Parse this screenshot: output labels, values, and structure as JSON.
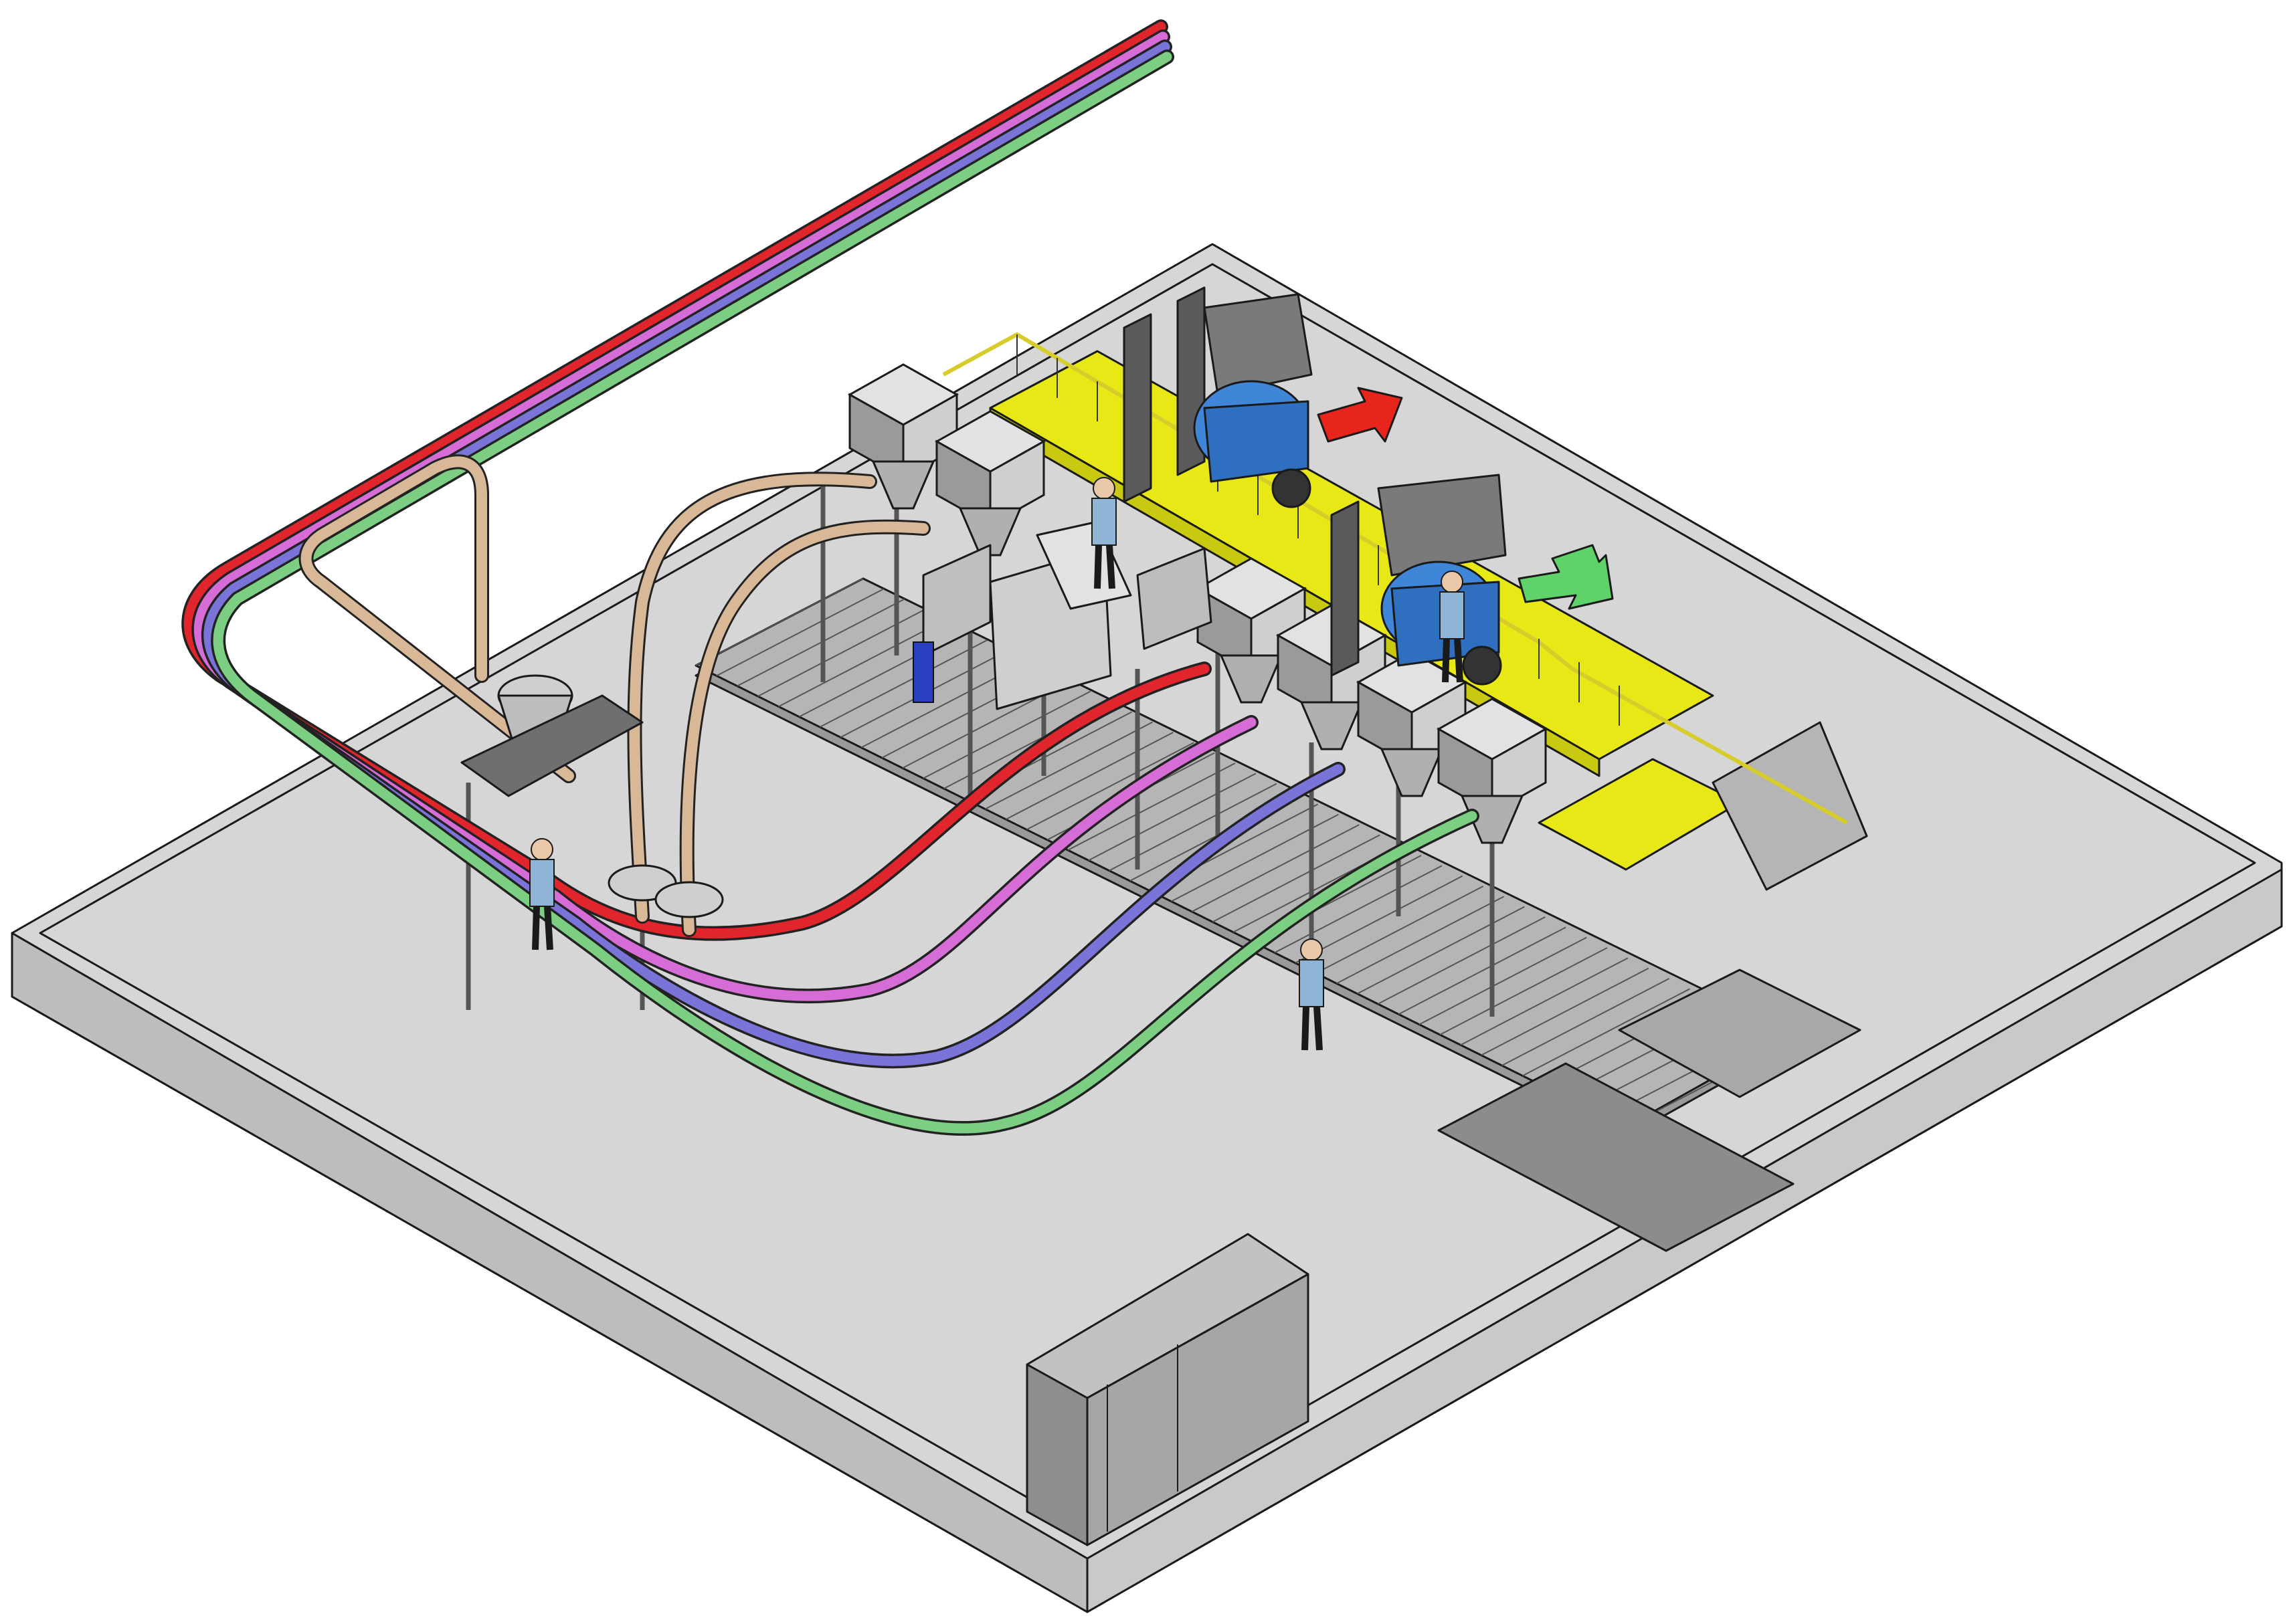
{
  "colors": {
    "background": "#ffffff",
    "floor_top": "#d6d6d6",
    "floor_side": "#bdbdbd",
    "floor_front": "#c9c9c9",
    "platform": "#e8e816",
    "forklift": "#3f86d8",
    "hopper": "#cfcfcf",
    "hopper_dark": "#9a9a9a",
    "conveyor": "#8c8c8c",
    "conveyor_light": "#b5b5b5",
    "frame": "#6f6f6f",
    "beige_pipe": "#d8b896",
    "arrow_out": "#e8251c",
    "arrow_in": "#5fd26a",
    "person": "#8fb4d6",
    "cabinet": "#a6a6a6"
  },
  "pipes": [
    {
      "id": "red",
      "color": "#e0262c"
    },
    {
      "id": "pink",
      "color": "#d66cd6"
    },
    {
      "id": "purple",
      "color": "#7a74d8"
    },
    {
      "id": "green",
      "color": "#7ccf82"
    }
  ],
  "icons": {
    "arrow_out": "arrow-right-icon",
    "arrow_in": "arrow-down-left-icon"
  }
}
